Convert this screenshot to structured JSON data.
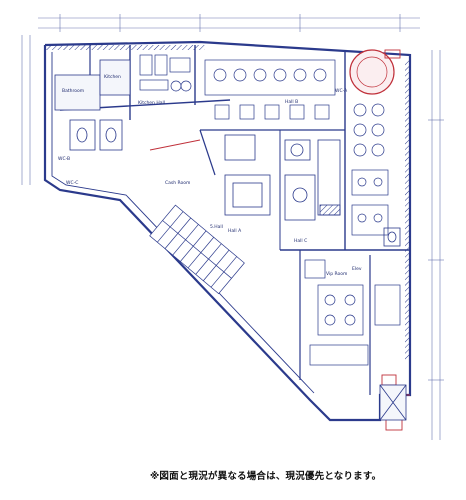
{
  "rooms": {
    "bathroom": "Bathroom",
    "kitchen": "Kitchen",
    "kitchen_hall": "Kitchen Hall",
    "hall_b": "Hall B",
    "hall_a": "Hall A",
    "hall_c": "Hall C",
    "cash_room": "Cash Room",
    "wc_a": "WC-A",
    "wc_b": "WC-B",
    "wc_c": "WC-C",
    "vip_room": "Vip Room",
    "elev": "Elev",
    "hall_main": "5.Hall"
  },
  "colors": {
    "line": "#2b3a8c",
    "accent": "#c0303a",
    "fill": "#e8ecf6"
  },
  "footer_note": "※図面と現況が異なる場合は、現況優先となります。"
}
